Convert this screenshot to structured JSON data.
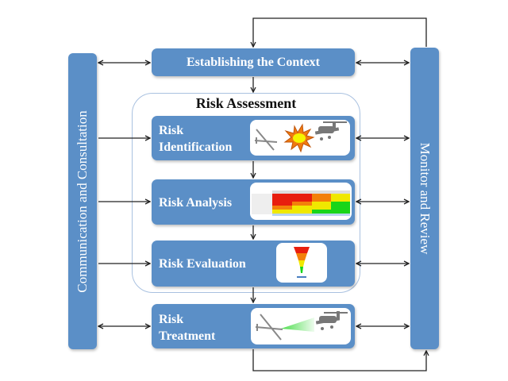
{
  "diagram": {
    "left_bar": {
      "label": "Communication and Consultation"
    },
    "right_bar": {
      "label": "Monitor and Review"
    },
    "context": {
      "label": "Establishing the Context"
    },
    "assessment": {
      "title": "Risk Assessment"
    },
    "steps": [
      {
        "label_line1": "Risk",
        "label_line2": "Identification",
        "image": "collision-aircraft-icon"
      },
      {
        "label_line1": "Risk Analysis",
        "label_line2": "",
        "image": "risk-matrix-icon"
      },
      {
        "label_line1": "Risk Evaluation",
        "label_line2": "",
        "image": "risk-funnel-icon"
      },
      {
        "label_line1": "Risk",
        "label_line2": "Treatment",
        "image": "aircraft-detection-icon"
      }
    ],
    "colors": {
      "box": "#5b8fc7",
      "frame": "#a9c1e0",
      "arrow": "#222222"
    }
  }
}
